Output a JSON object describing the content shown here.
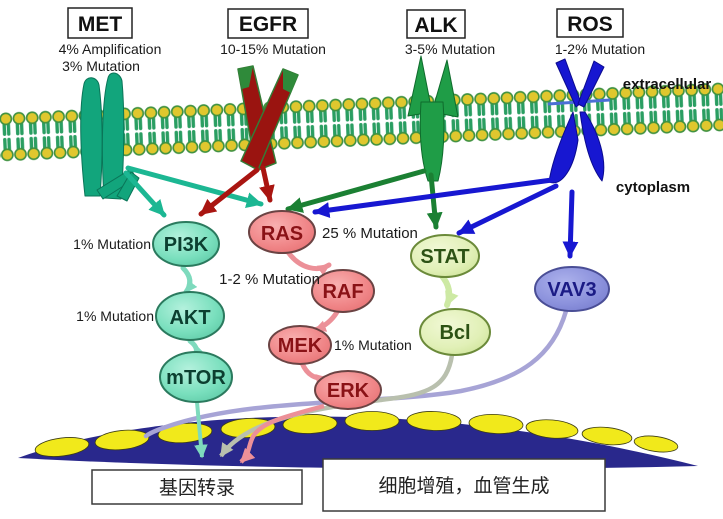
{
  "receptors": [
    {
      "name": "MET",
      "annotation_lines": [
        "4% Amplification",
        "3% Mutation"
      ]
    },
    {
      "name": "EGFR",
      "annotation_lines": [
        "10-15% Mutation"
      ]
    },
    {
      "name": "ALK",
      "annotation_lines": [
        "3-5% Mutation"
      ]
    },
    {
      "name": "ROS",
      "annotation_lines": [
        "1-2% Mutation"
      ]
    }
  ],
  "regions": {
    "extracellular": "extracellular",
    "cytoplasm": "cytoplasm"
  },
  "nodes": {
    "pi3k": {
      "label": "PI3K",
      "annotation": "1% Mutation"
    },
    "akt": {
      "label": "AKT",
      "annotation": "1% Mutation"
    },
    "mtor": {
      "label": "mTOR"
    },
    "ras": {
      "label": "RAS",
      "annotation": "25 % Mutation"
    },
    "raf": {
      "label": "RAF",
      "annotation": "1-2 % Mutation"
    },
    "mek": {
      "label": "MEK",
      "annotation": "1% Mutation"
    },
    "erk": {
      "label": "ERK"
    },
    "stat": {
      "label": "STAT"
    },
    "bcl": {
      "label": "Bcl"
    },
    "vav3": {
      "label": "VAV3"
    }
  },
  "outputs": {
    "gene_transcription": "基因转录",
    "proliferation_angiogenesis": "细胞增殖，血管生成"
  },
  "edges": [
    {
      "from": "MET",
      "to": "PI3K",
      "color": "#1cb793"
    },
    {
      "from": "MET",
      "to": "RAS",
      "color": "#1cb793"
    },
    {
      "from": "EGFR",
      "to": "PI3K",
      "color": "#a91511"
    },
    {
      "from": "EGFR",
      "to": "RAS",
      "color": "#a91511"
    },
    {
      "from": "ALK",
      "to": "RAS",
      "color": "#1b8033"
    },
    {
      "from": "ALK",
      "to": "STAT",
      "color": "#1b8033"
    },
    {
      "from": "ROS",
      "to": "RAS",
      "color": "#1717d1"
    },
    {
      "from": "ROS",
      "to": "STAT",
      "color": "#1717d1"
    },
    {
      "from": "ROS",
      "to": "VAV3",
      "color": "#1717d1"
    },
    {
      "from": "PI3K",
      "to": "AKT",
      "color": "#7edabd"
    },
    {
      "from": "AKT",
      "to": "mTOR",
      "color": "#7edabd"
    },
    {
      "from": "mTOR",
      "to": "基因转录",
      "color": "#7edabd"
    },
    {
      "from": "RAS",
      "to": "RAF",
      "color": "#ec9098"
    },
    {
      "from": "RAF",
      "to": "MEK",
      "color": "#ec9098"
    },
    {
      "from": "MEK",
      "to": "ERK",
      "color": "#ec9098"
    },
    {
      "from": "ERK",
      "to": "基因转录",
      "color": "#ec9098"
    },
    {
      "from": "STAT",
      "to": "Bcl",
      "color": "#cde9a4"
    },
    {
      "from": "Bcl",
      "to": "基因转录",
      "color": "#b9c0ae"
    },
    {
      "from": "VAV3",
      "to": "nucleus",
      "color": "#a7a4d6"
    }
  ],
  "colors": {
    "met_receptor": "#12a57c",
    "egfr_receptor": "#9a1410",
    "alk_receptor": "#1f9d47",
    "ros_receptor": "#1717d1",
    "kinase_node_fill": "#7fe2c3",
    "ras_node_fill": "#f0898b",
    "stat_node_fill": "#e3f1bb",
    "vav3_node_fill": "#8d93de",
    "nucleus_band": "#29288c",
    "dna_yellow": "#f1e91b",
    "membrane_head_yellow": "#e0c72e",
    "membrane_tail_green": "#2a9e62"
  }
}
